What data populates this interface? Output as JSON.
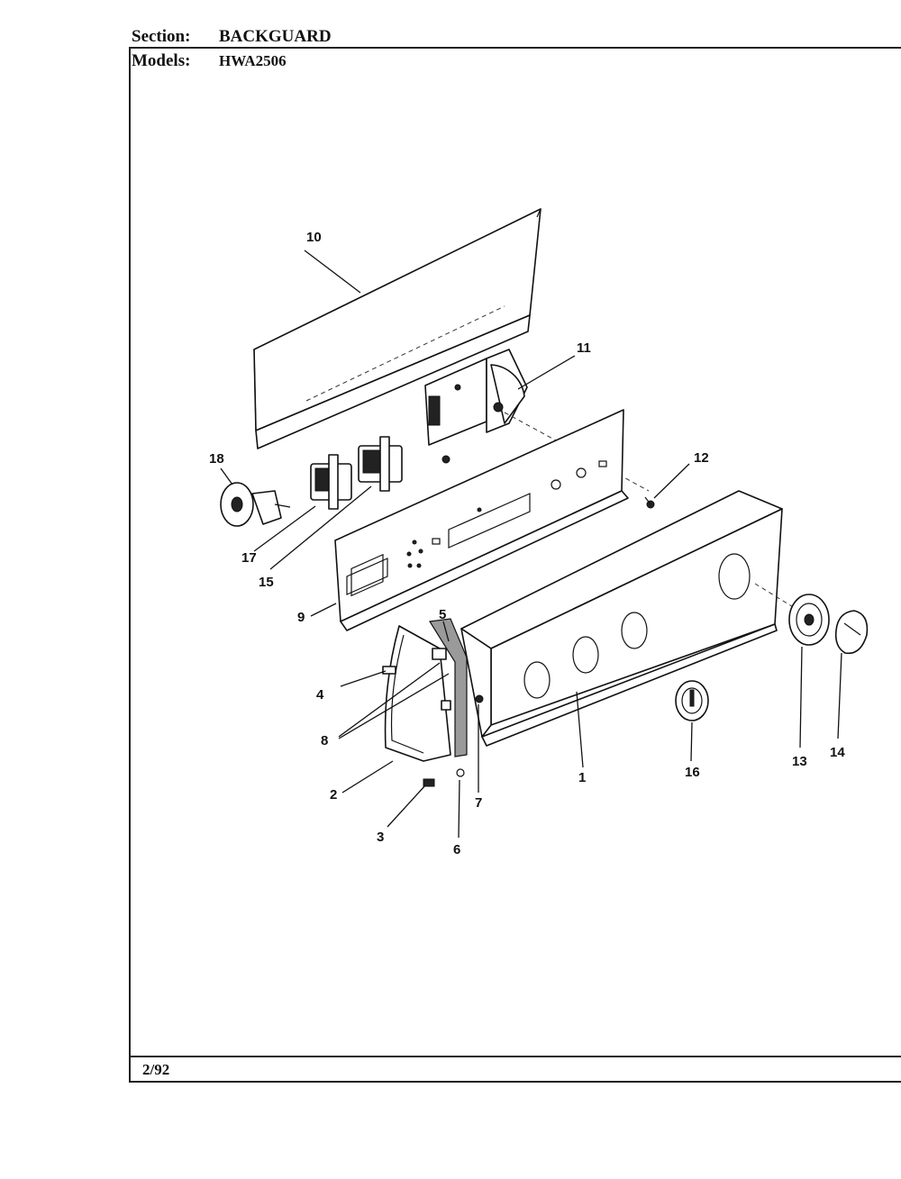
{
  "header": {
    "section_label": "Section:",
    "section_value": "BACKGUARD",
    "models_label": "Models:",
    "models_value": "HWA2506"
  },
  "footer": {
    "date": "2/92"
  },
  "callouts": {
    "c1": "1",
    "c2": "2",
    "c3": "3",
    "c4": "4",
    "c5": "5",
    "c6": "6",
    "c7": "7",
    "c8": "8",
    "c9": "9",
    "c10": "10",
    "c11": "11",
    "c12": "12",
    "c13": "13",
    "c14": "14",
    "c15": "15",
    "c16": "16",
    "c17": "17",
    "c18": "18"
  }
}
